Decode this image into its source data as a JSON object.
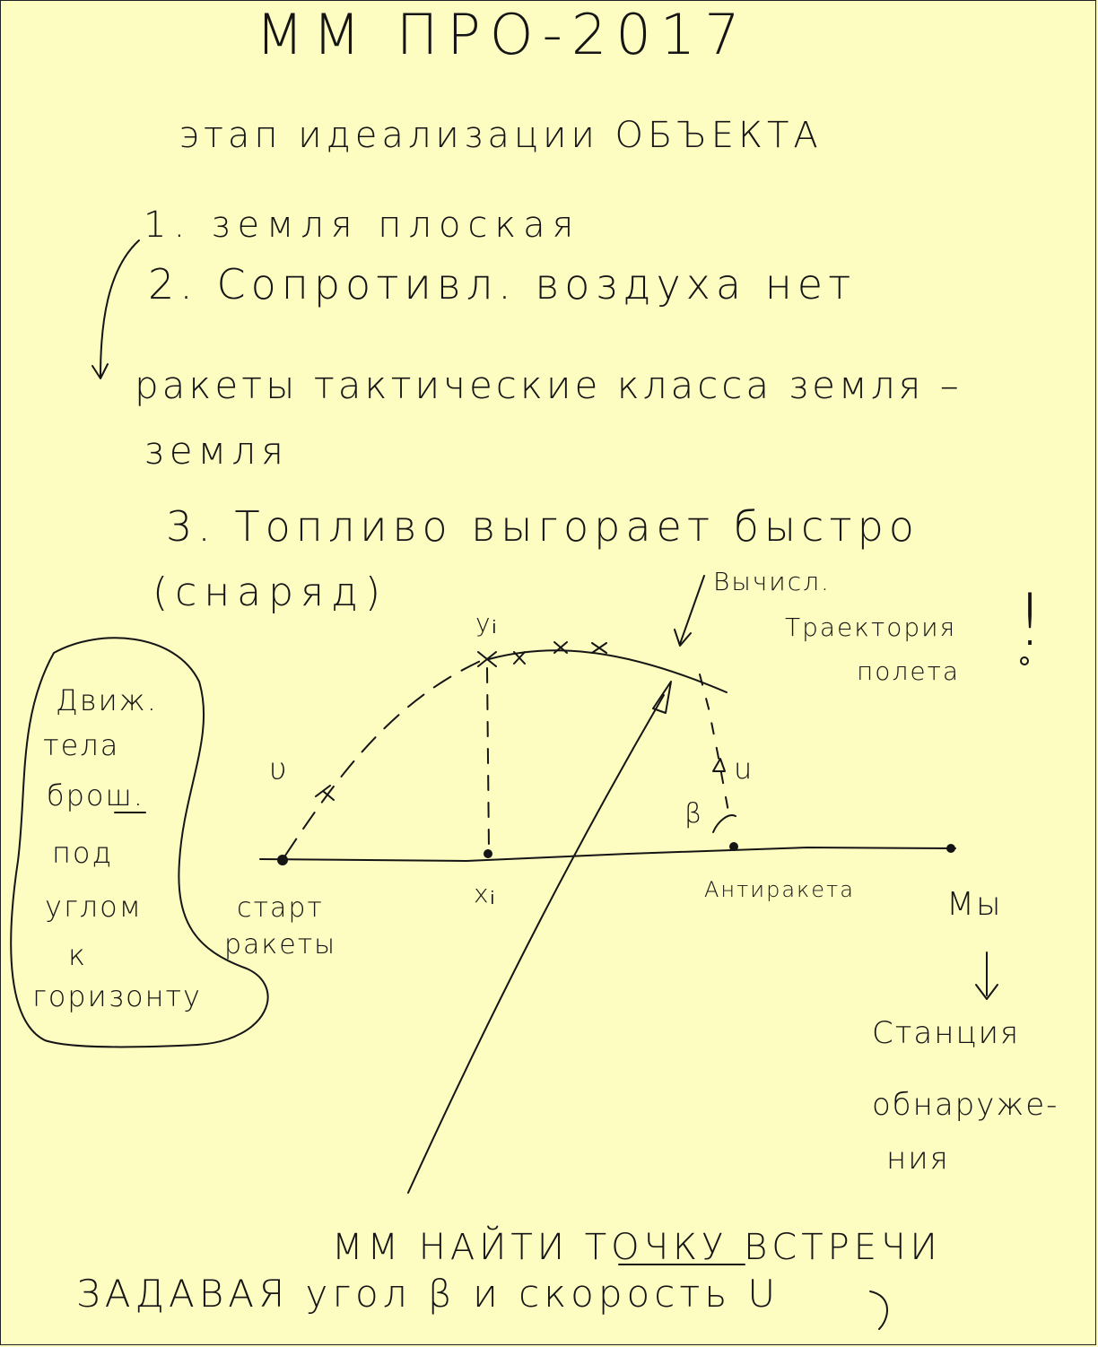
{
  "title": "ММ ПРО-2017",
  "subtitle": "этап идеализации ОБЪЕКТА",
  "assumptions": [
    "1. земля плоская",
    "2. Сопротивл. воздуха нет"
  ],
  "note": {
    "line1": "ракеты тактические класса земля –",
    "line2": "земля"
  },
  "assumption3": {
    "line1": "3. Топливо выгорает быстро",
    "line2": "(снаряд)"
  },
  "bubble": {
    "lines": [
      "Движ.",
      "тела",
      "брош.",
      "под",
      "углом",
      "к",
      "горизонту"
    ]
  },
  "diagram": {
    "label_yi": "yᵢ",
    "label_xi": "xᵢ",
    "label_v": "υ",
    "label_u": "u",
    "label_beta": "β",
    "label_start_1": "старт",
    "label_start_2": "ракеты",
    "label_antimissile": "Антиракета",
    "label_us": "Мы",
    "label_traj_1": "Вычисл.",
    "label_traj_2": "Траектория",
    "label_traj_3": "полета",
    "label_exclaim": "!"
  },
  "station": {
    "line1": "Станция",
    "line2": "обнаруже-",
    "line3": "ния"
  },
  "goal": {
    "line1": "ММ НАЙТИ ТОЧКУ ВСТРЕЧИ",
    "line2": "ЗАДАВАЯ угол β и скорость U"
  },
  "colors": {
    "paper": "#fdfcc1",
    "ink": "#151515"
  }
}
